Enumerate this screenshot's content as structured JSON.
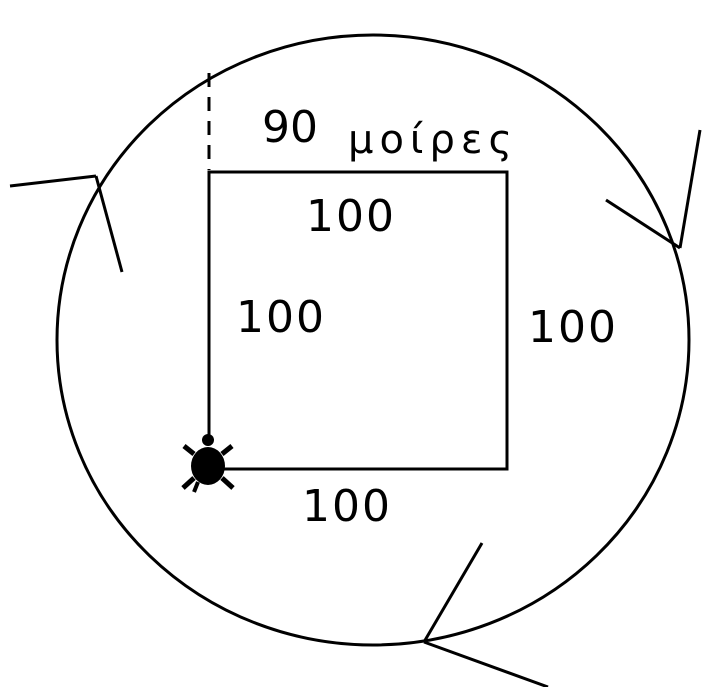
{
  "angle": {
    "number": "90",
    "unit": "μοίρες"
  },
  "square": {
    "top": "100",
    "left": "100",
    "right": "100",
    "bottom": "100"
  },
  "colors": {
    "stroke": "#000000",
    "background": "#ffffff"
  },
  "icons": {
    "turtle": "turtle-icon",
    "rotation_arrows": "clockwise-arrow-icon"
  }
}
